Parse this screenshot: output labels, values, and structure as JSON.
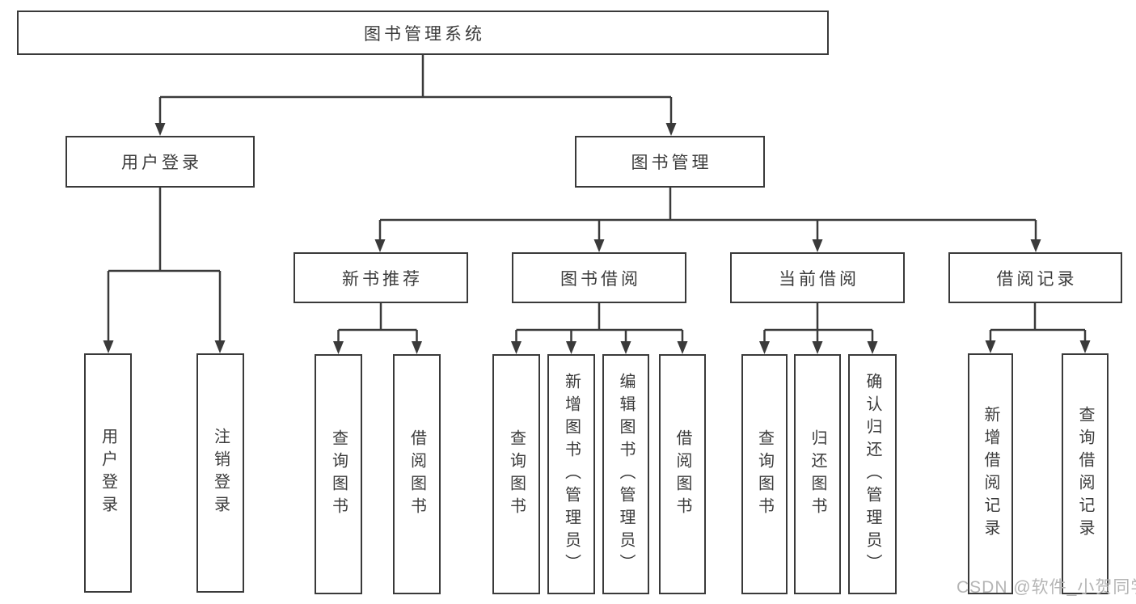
{
  "diagram": {
    "title": "图书管理系统",
    "colors": {
      "line": "#3a3a3a",
      "text": "#3b3b3b",
      "box_fill": "#ffffff",
      "watermark": "#b5b5b5"
    },
    "nodes": {
      "root": "图书管理系统",
      "user_login": "用户登录",
      "book_mgmt": "图书管理",
      "new_book_rec": "新书推荐",
      "book_borrow": "图书借阅",
      "current_borrow": "当前借阅",
      "borrow_records": "借阅记录",
      "leaf_user_login": "用户登录",
      "leaf_logout": "注销登录",
      "rec_query_books": "查询图书",
      "rec_borrow_books": "借阅图书",
      "bor_query_books": "查询图书",
      "bor_add_books": "新增图书（管理员）",
      "bor_edit_books": "编辑图书（管理员）",
      "bor_borrow_books": "借阅图书",
      "cur_query_books": "查询图书",
      "cur_return_books": "归还图书",
      "cur_confirm_return": "确认归还（管理员）",
      "rcd_add_record": "新增借阅记录",
      "rcd_query_record": "查询借阅记录"
    },
    "hierarchy": {
      "图书管理系统": {
        "用户登录": [
          "用户登录",
          "注销登录"
        ],
        "图书管理": {
          "新书推荐": [
            "查询图书",
            "借阅图书"
          ],
          "图书借阅": [
            "查询图书",
            "新增图书（管理员）",
            "编辑图书（管理员）",
            "借阅图书"
          ],
          "当前借阅": [
            "查询图书",
            "归还图书",
            "确认归还（管理员）"
          ],
          "借阅记录": [
            "新增借阅记录",
            "查询借阅记录"
          ]
        }
      }
    },
    "watermark": "CSDN @软件_小贺同学"
  }
}
